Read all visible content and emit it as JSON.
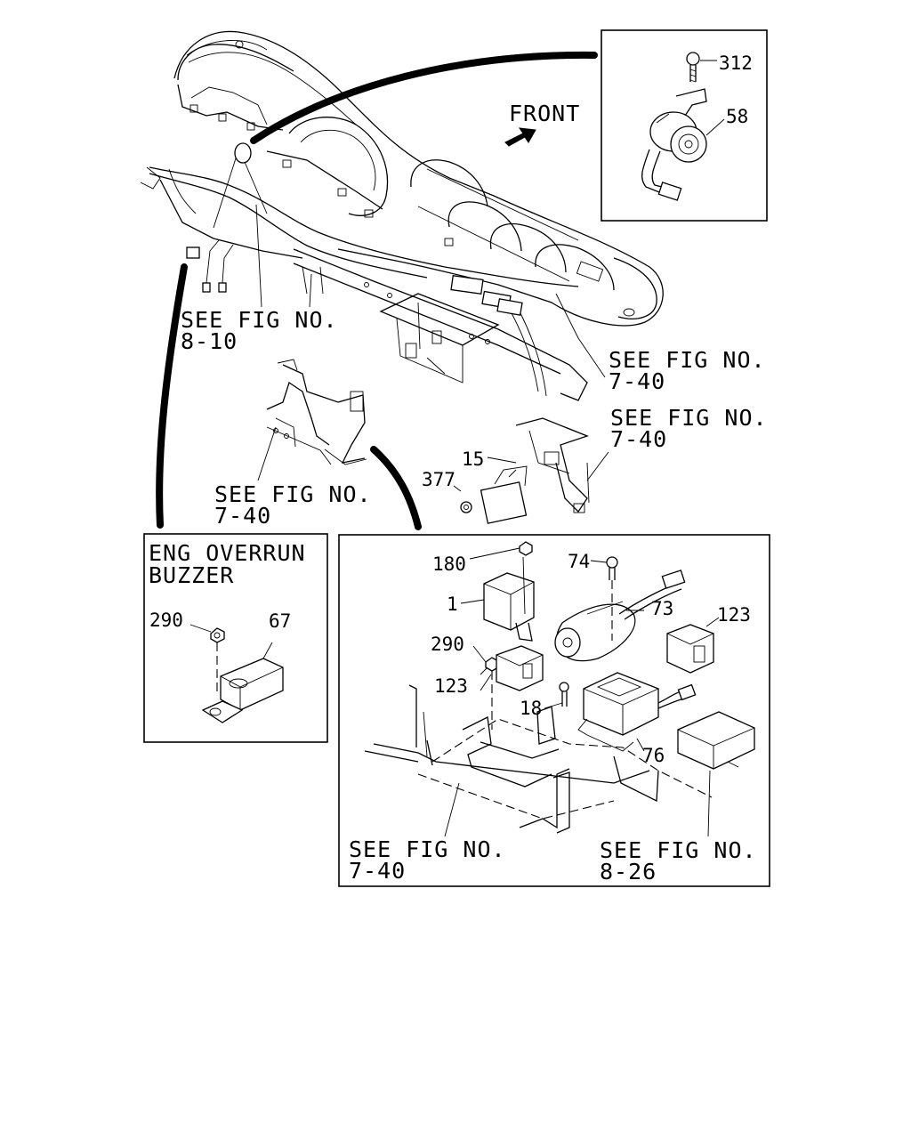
{
  "labels": {
    "front": "FRONT",
    "engine_overrun_title_line1": "ENG OVERRUN",
    "engine_overrun_title_line2": "BUZZER",
    "see_fig_prefix": "SEE FIG NO.",
    "fig_8_10": "8-10",
    "fig_7_40_upper": "7-40",
    "fig_7_40_middle": "7-40",
    "fig_7_40_left": "7-40",
    "fig_7_40_bottom": "7-40",
    "fig_8_26": "8-26"
  },
  "callouts": {
    "part_312": "312",
    "part_58": "58",
    "part_15": "15",
    "part_377": "377",
    "part_290_buzzer": "290",
    "part_67": "67",
    "part_180": "180",
    "part_1": "1",
    "part_74": "74",
    "part_73": "73",
    "part_123_right": "123",
    "part_290_detail": "290",
    "part_123_left": "123",
    "part_18": "18",
    "part_76": "76"
  }
}
